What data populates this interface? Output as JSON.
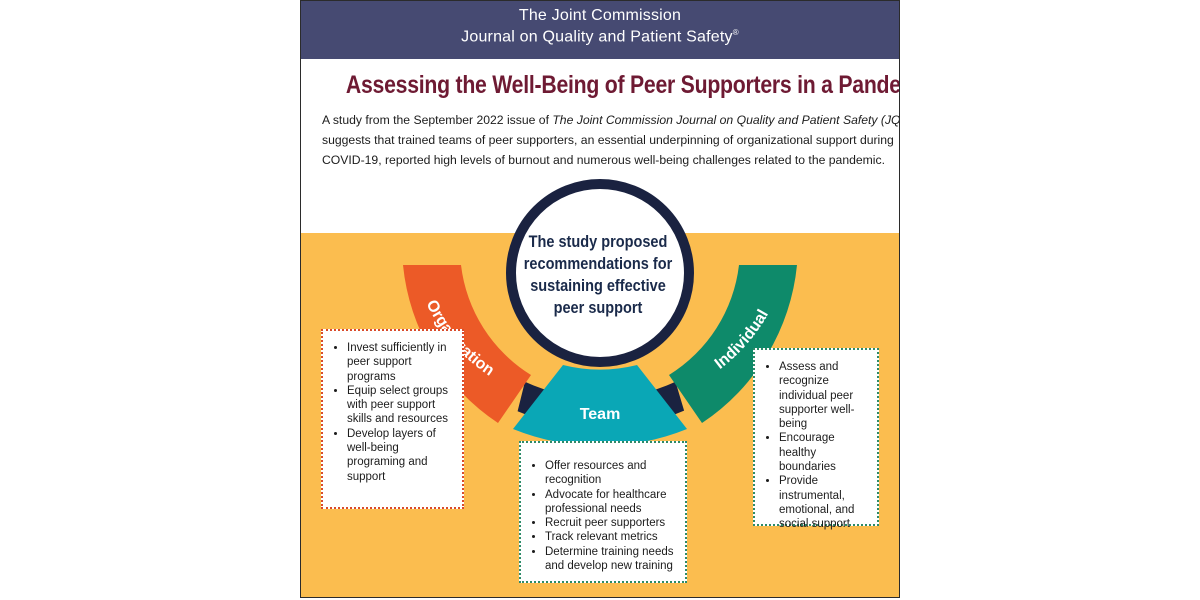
{
  "header": {
    "line1": "The Joint Commission",
    "line2": "Journal on Quality and Patient Safety",
    "mark": "®"
  },
  "title": "Assessing the Well-Being of Peer Supporters in a Pandemic",
  "intro": {
    "lines": [
      {
        "before": "A study from the September 2022 issue of ",
        "italic": "The Joint Commission Journal on Quality and Patient Safety (JQPS)",
        "after": ""
      },
      {
        "before": "suggests that trained teams of peer supporters, an essential underpinning of organizational support during",
        "italic": "",
        "after": ""
      },
      {
        "before": "COVID-19, reported high levels of burnout and numerous well-being challenges related to the pandemic.",
        "italic": "",
        "after": ""
      }
    ]
  },
  "center": {
    "lines": [
      "The study proposed",
      "recommendations for",
      "sustaining effective",
      "peer support"
    ]
  },
  "segments": {
    "organization": "Organization",
    "team": "Team",
    "individual": "Individual"
  },
  "colors": {
    "header": "#464a72",
    "title": "#6e1a33",
    "background_bottom": "#fbbd4f",
    "ring": "#1a2240",
    "organization": "#ec5a27",
    "team": "#0aa7b6",
    "individual": "#0e8a6a"
  },
  "boxes": {
    "organization": [
      "Invest sufficiently in peer support programs",
      "Equip select groups with peer support skills and resources",
      "Develop layers of well-being programing and support"
    ],
    "team": [
      "Offer resources and recognition",
      "Advocate for healthcare professional needs",
      "Recruit peer supporters",
      "Track relevant metrics",
      "Determine training needs and develop new training"
    ],
    "individual": [
      "Assess and recognize individual peer supporter well-being",
      "Encourage healthy boundaries",
      "Provide instrumental, emotional, and social support"
    ]
  }
}
